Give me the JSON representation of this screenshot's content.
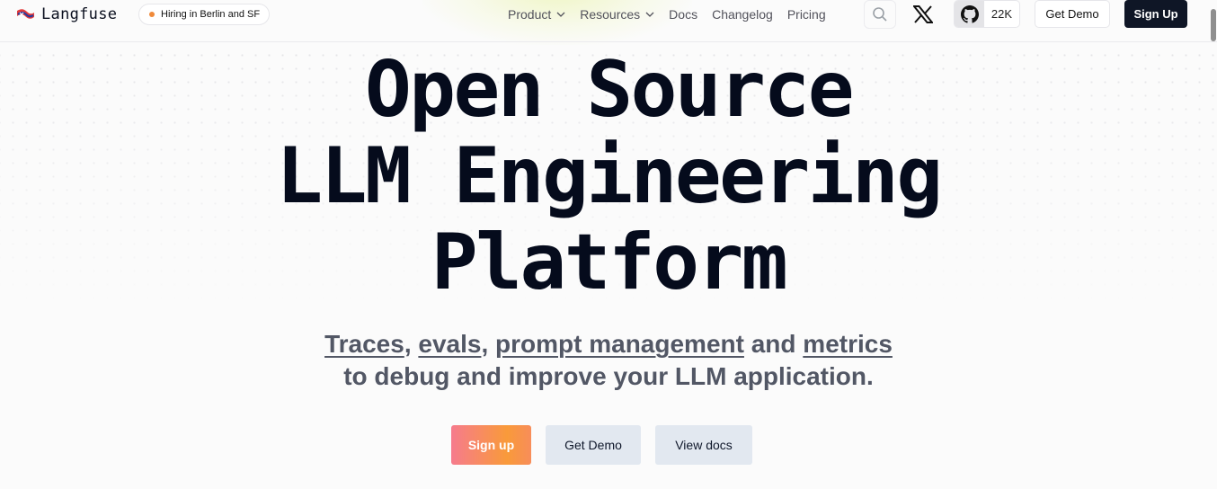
{
  "nav": {
    "logo_text": "Langfuse",
    "hiring_badge": "Hiring in Berlin and SF",
    "menu": [
      {
        "label": "Product",
        "has_dropdown": true
      },
      {
        "label": "Resources",
        "has_dropdown": true
      },
      {
        "label": "Docs",
        "has_dropdown": false
      },
      {
        "label": "Changelog",
        "has_dropdown": false
      },
      {
        "label": "Pricing",
        "has_dropdown": false
      }
    ],
    "icons": {
      "search": "search-icon",
      "x": "x-twitter-icon",
      "github": "github-icon"
    },
    "github_stars": "22K",
    "get_demo_label": "Get Demo",
    "sign_up_label": "Sign Up"
  },
  "hero": {
    "headline": [
      "Open Source",
      "LLM Engineering",
      "Platform"
    ],
    "subheadline": {
      "links": [
        "Traces",
        "evals",
        "prompt management",
        "metrics"
      ],
      "sep1": ", ",
      "sep2": ", ",
      "and": " and ",
      "line2": "to debug and improve your LLM application."
    },
    "cta": {
      "sign_up": "Sign up",
      "get_demo": "Get Demo",
      "view_docs": "View docs"
    }
  },
  "colors": {
    "background": "#fbfbfb",
    "headline": "#050b1c",
    "subtext": "#525765",
    "primary_dark": "#0f1626",
    "cta_gradient_start": "#f67b8d",
    "cta_gradient_end": "#f99a3a",
    "secondary_button": "#e2e8f0",
    "hiring_dot": "#f08a3a"
  }
}
